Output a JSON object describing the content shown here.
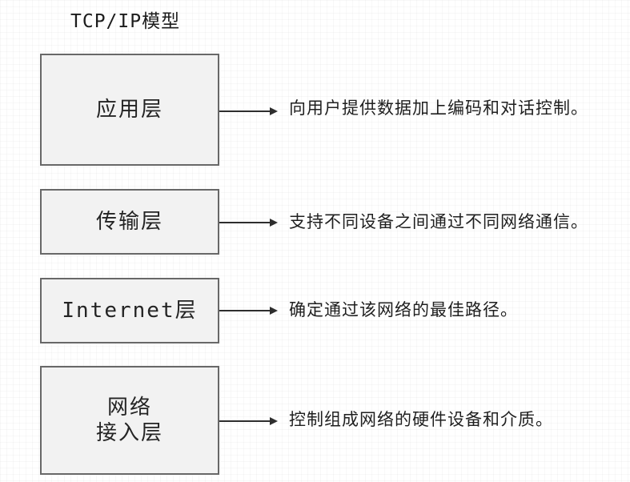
{
  "title": "TCP/IP模型",
  "colors": {
    "background": "#ffffff",
    "box_fill": "#f2f2f2",
    "box_border": "#686868",
    "arrow": "#2e2e2e",
    "text": "#1f1f1f"
  },
  "layers": [
    {
      "name": "应用层",
      "description": "向用户提供数据加上编码和对话控制。"
    },
    {
      "name": "传输层",
      "description": "支持不同设备之间通过不同网络通信。"
    },
    {
      "name": "Internet层",
      "description": "确定通过该网络的最佳路径。"
    },
    {
      "name": "网络\n接入层",
      "description": "控制组成网络的硬件设备和介质。"
    }
  ]
}
